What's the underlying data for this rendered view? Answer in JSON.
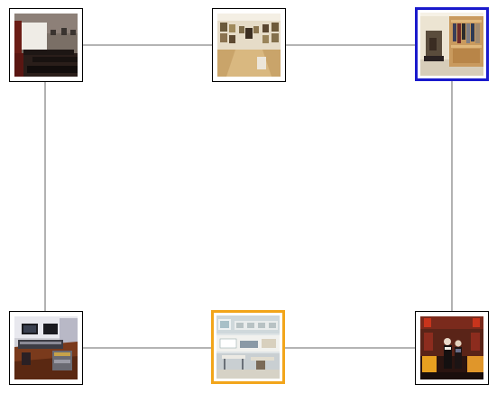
{
  "graph": {
    "edge_color": "#888888",
    "nodes": [
      {
        "id": "tl",
        "scene": "screening-room"
      },
      {
        "id": "tm",
        "scene": "art-gallery"
      },
      {
        "id": "tr",
        "scene": "walk-in-closet",
        "highlight": "#1a1acc"
      },
      {
        "id": "bl",
        "scene": "recording-studio"
      },
      {
        "id": "bm",
        "scene": "office-workroom",
        "highlight": "#f2a51a"
      },
      {
        "id": "br",
        "scene": "clothing-store"
      }
    ],
    "edges": [
      [
        "tl",
        "tm"
      ],
      [
        "tm",
        "tr"
      ],
      [
        "tl",
        "bl"
      ],
      [
        "tr",
        "br"
      ],
      [
        "bl",
        "bm"
      ],
      [
        "bm",
        "br"
      ]
    ]
  }
}
